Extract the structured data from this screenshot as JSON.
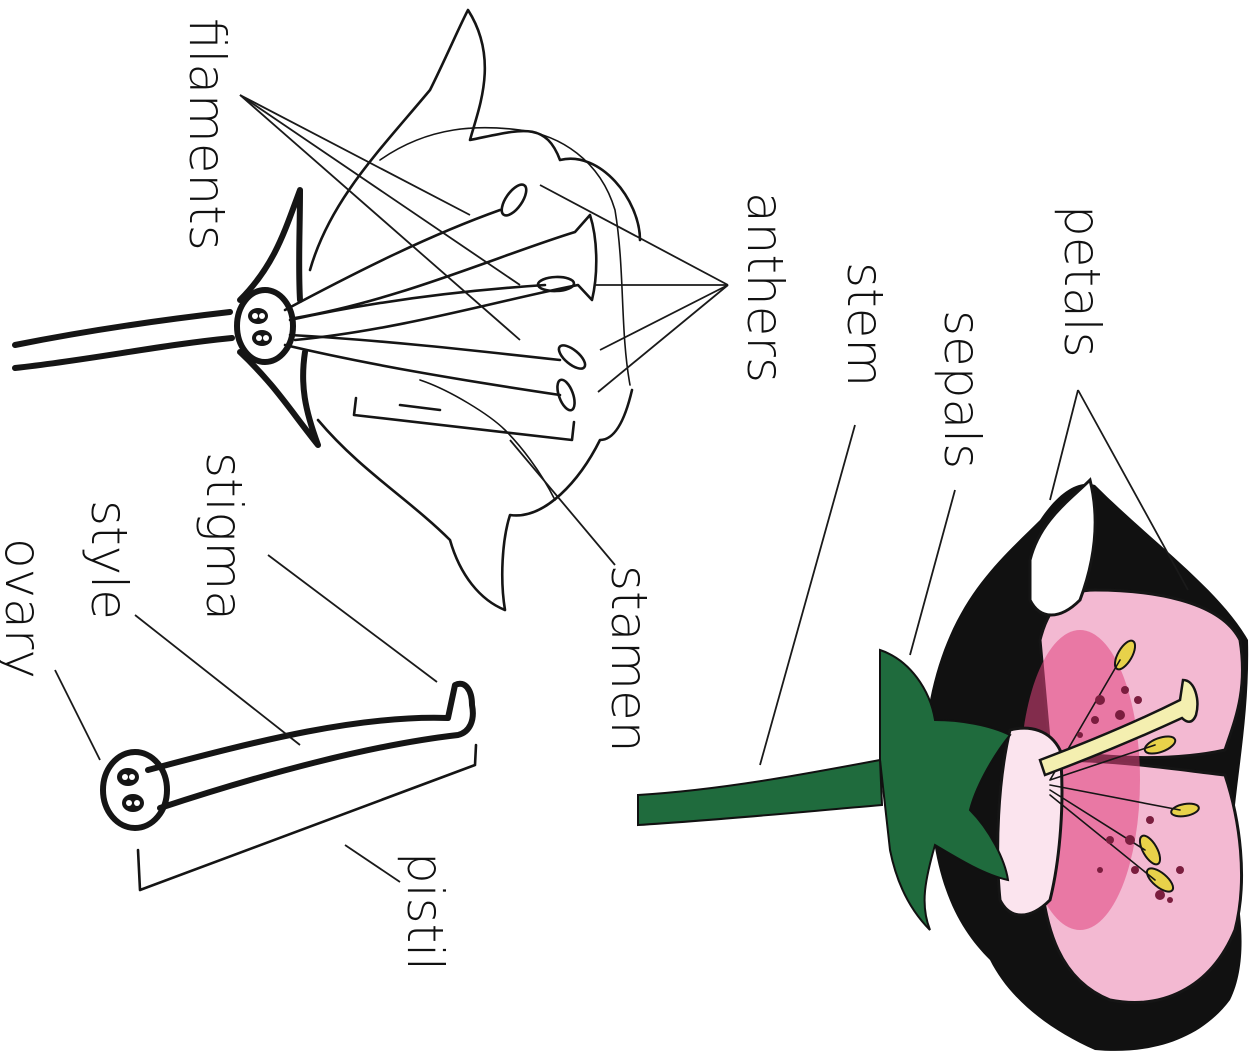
{
  "labels": {
    "filaments": "filaments",
    "anthers": "anthers",
    "stem": "stem",
    "sepals": "sepals",
    "petals": "petals",
    "stamen": "stamen",
    "stigma": "stigma",
    "style": "style",
    "ovary": "ovary",
    "pistil": "pistil"
  },
  "colors": {
    "petal_pink": "#f3b9d2",
    "petal_deep": "#e0447e",
    "petal_light": "#fbe4ee",
    "stem_green": "#1f6b3d",
    "anther_yellow": "#e8d24a",
    "pistil_cream": "#f4efb0",
    "dot_purple": "#7a1d3e",
    "ink": "#151515"
  }
}
